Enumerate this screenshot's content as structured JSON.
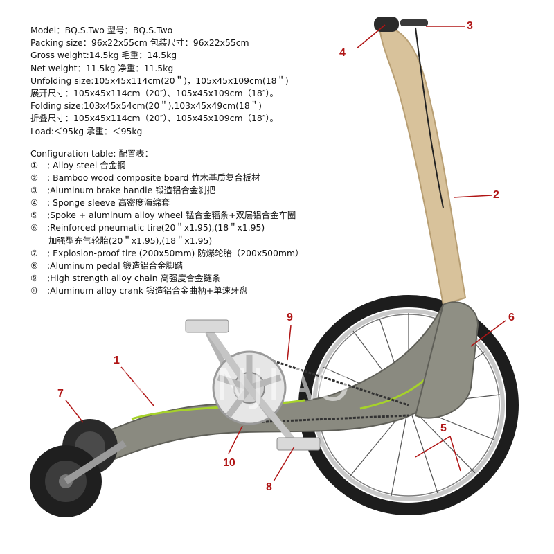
{
  "specs": [
    "Model：BQ.S.Two  型号：BQ.S.Two",
    "Packing size：96x22x55cm  包装尺寸：96x22x55cm",
    "Gross weight:14.5kg   毛重：14.5kg",
    "Net weight：11.5kg    净重：11.5kg",
    "Unfolding size:105x45x114cm(20＂)，105x45x109cm(18＂)",
    "展开尺寸：105x45x114cm（20″）、105x45x109cm（18″）。",
    "Folding size:103x45x54cm(20＂),103x45x49cm(18＂)",
    "折叠尺寸：105x45x114cm（20″）、105x45x109cm（18″）。",
    "Load:＜95kg   承重：＜95kg"
  ],
  "config_title": "Configuration table:  配置表：",
  "config": [
    {
      "num": "①",
      "text": "; Alloy steel    合金钢"
    },
    {
      "num": "②",
      "text": "; Bamboo wood composite board    竹木基质复合板材"
    },
    {
      "num": "③",
      "text": ";Aluminum brake handle    锻造铝合金刹把"
    },
    {
      "num": "④",
      "text": "; Sponge sleeve  高密度海绵套"
    },
    {
      "num": "⑤",
      "text": ";Spoke + aluminum alloy wheel  锰合金辐条+双层铝合金车圈"
    },
    {
      "num": "⑥",
      "text": ";Reinforced pneumatic tire(20＂x1.95),(18＂x1.95)"
    },
    {
      "num": "",
      "text": "加强型充气轮胎(20＂x1.95),(18＂x1.95)"
    },
    {
      "num": "⑦",
      "text": "; Explosion-proof tire (200x50mm)  防爆轮胎（200x500mm）"
    },
    {
      "num": "⑧",
      "text": ";Aluminum pedal          锻造铝合金脚踏"
    },
    {
      "num": "⑨",
      "text": ";High strength alloy chain   高强度合金链条"
    },
    {
      "num": "⑩",
      "text": ";Aluminum alloy crank   锻造铝合金曲柄+单速牙盘"
    }
  ],
  "callouts": [
    "1",
    "2",
    "3",
    "4",
    "5",
    "6",
    "7",
    "8",
    "9",
    "10"
  ],
  "watermark": "SHENJIAO",
  "colors": {
    "callout": "#b01515",
    "frame": "#8a8a80",
    "wood": "#d8c29b",
    "accent": "#a6d22a"
  }
}
